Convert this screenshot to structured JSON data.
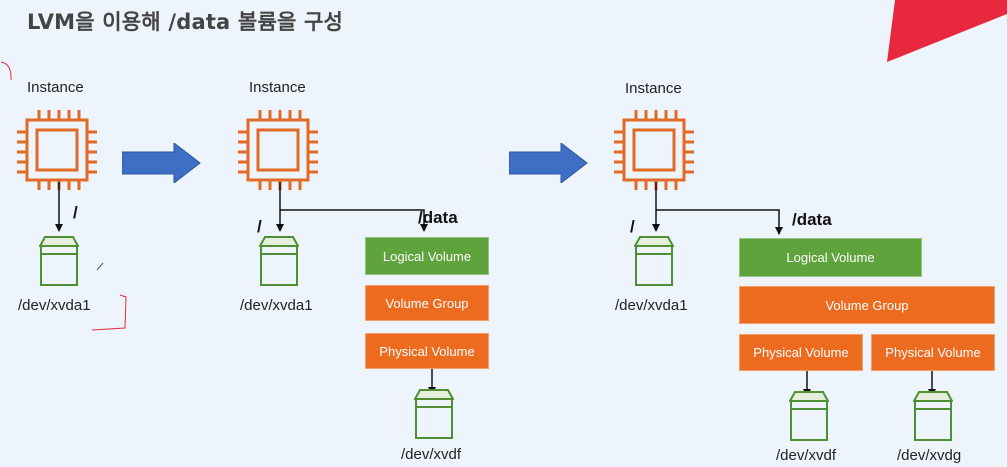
{
  "title": "LVM을 이용해 /data 볼륨을 구성",
  "colors": {
    "instance_chip": "#e06a26",
    "volume_icon": "#4e8f34",
    "logical_volume": "#5fa33c",
    "group_physical": "#ec6b1f",
    "step_arrow": "#3e6fc4",
    "accent_corner": "#e8283e"
  },
  "icons": [
    "instance-chip-icon",
    "volume-icon",
    "step-arrow-icon"
  ],
  "panels": [
    {
      "instance_label": "Instance",
      "root_mount": "/",
      "root_device": "/dev/xvda1"
    },
    {
      "instance_label": "Instance",
      "root_mount": "/",
      "root_device": "/dev/xvda1",
      "data_mount": "/data",
      "logical_volume": "Logical Volume",
      "volume_group": "Volume Group",
      "physical_volumes": [
        "Physical Volume"
      ],
      "data_devices": [
        "/dev/xvdf"
      ]
    },
    {
      "instance_label": "Instance",
      "root_mount": "/",
      "root_device": "/dev/xvda1",
      "data_mount": "/data",
      "logical_volume": "Logical Volume",
      "volume_group": "Volume Group",
      "physical_volumes": [
        "Physical Volume",
        "Physical Volume"
      ],
      "data_devices": [
        "/dev/xvdf",
        "/dev/xvdg"
      ]
    }
  ]
}
